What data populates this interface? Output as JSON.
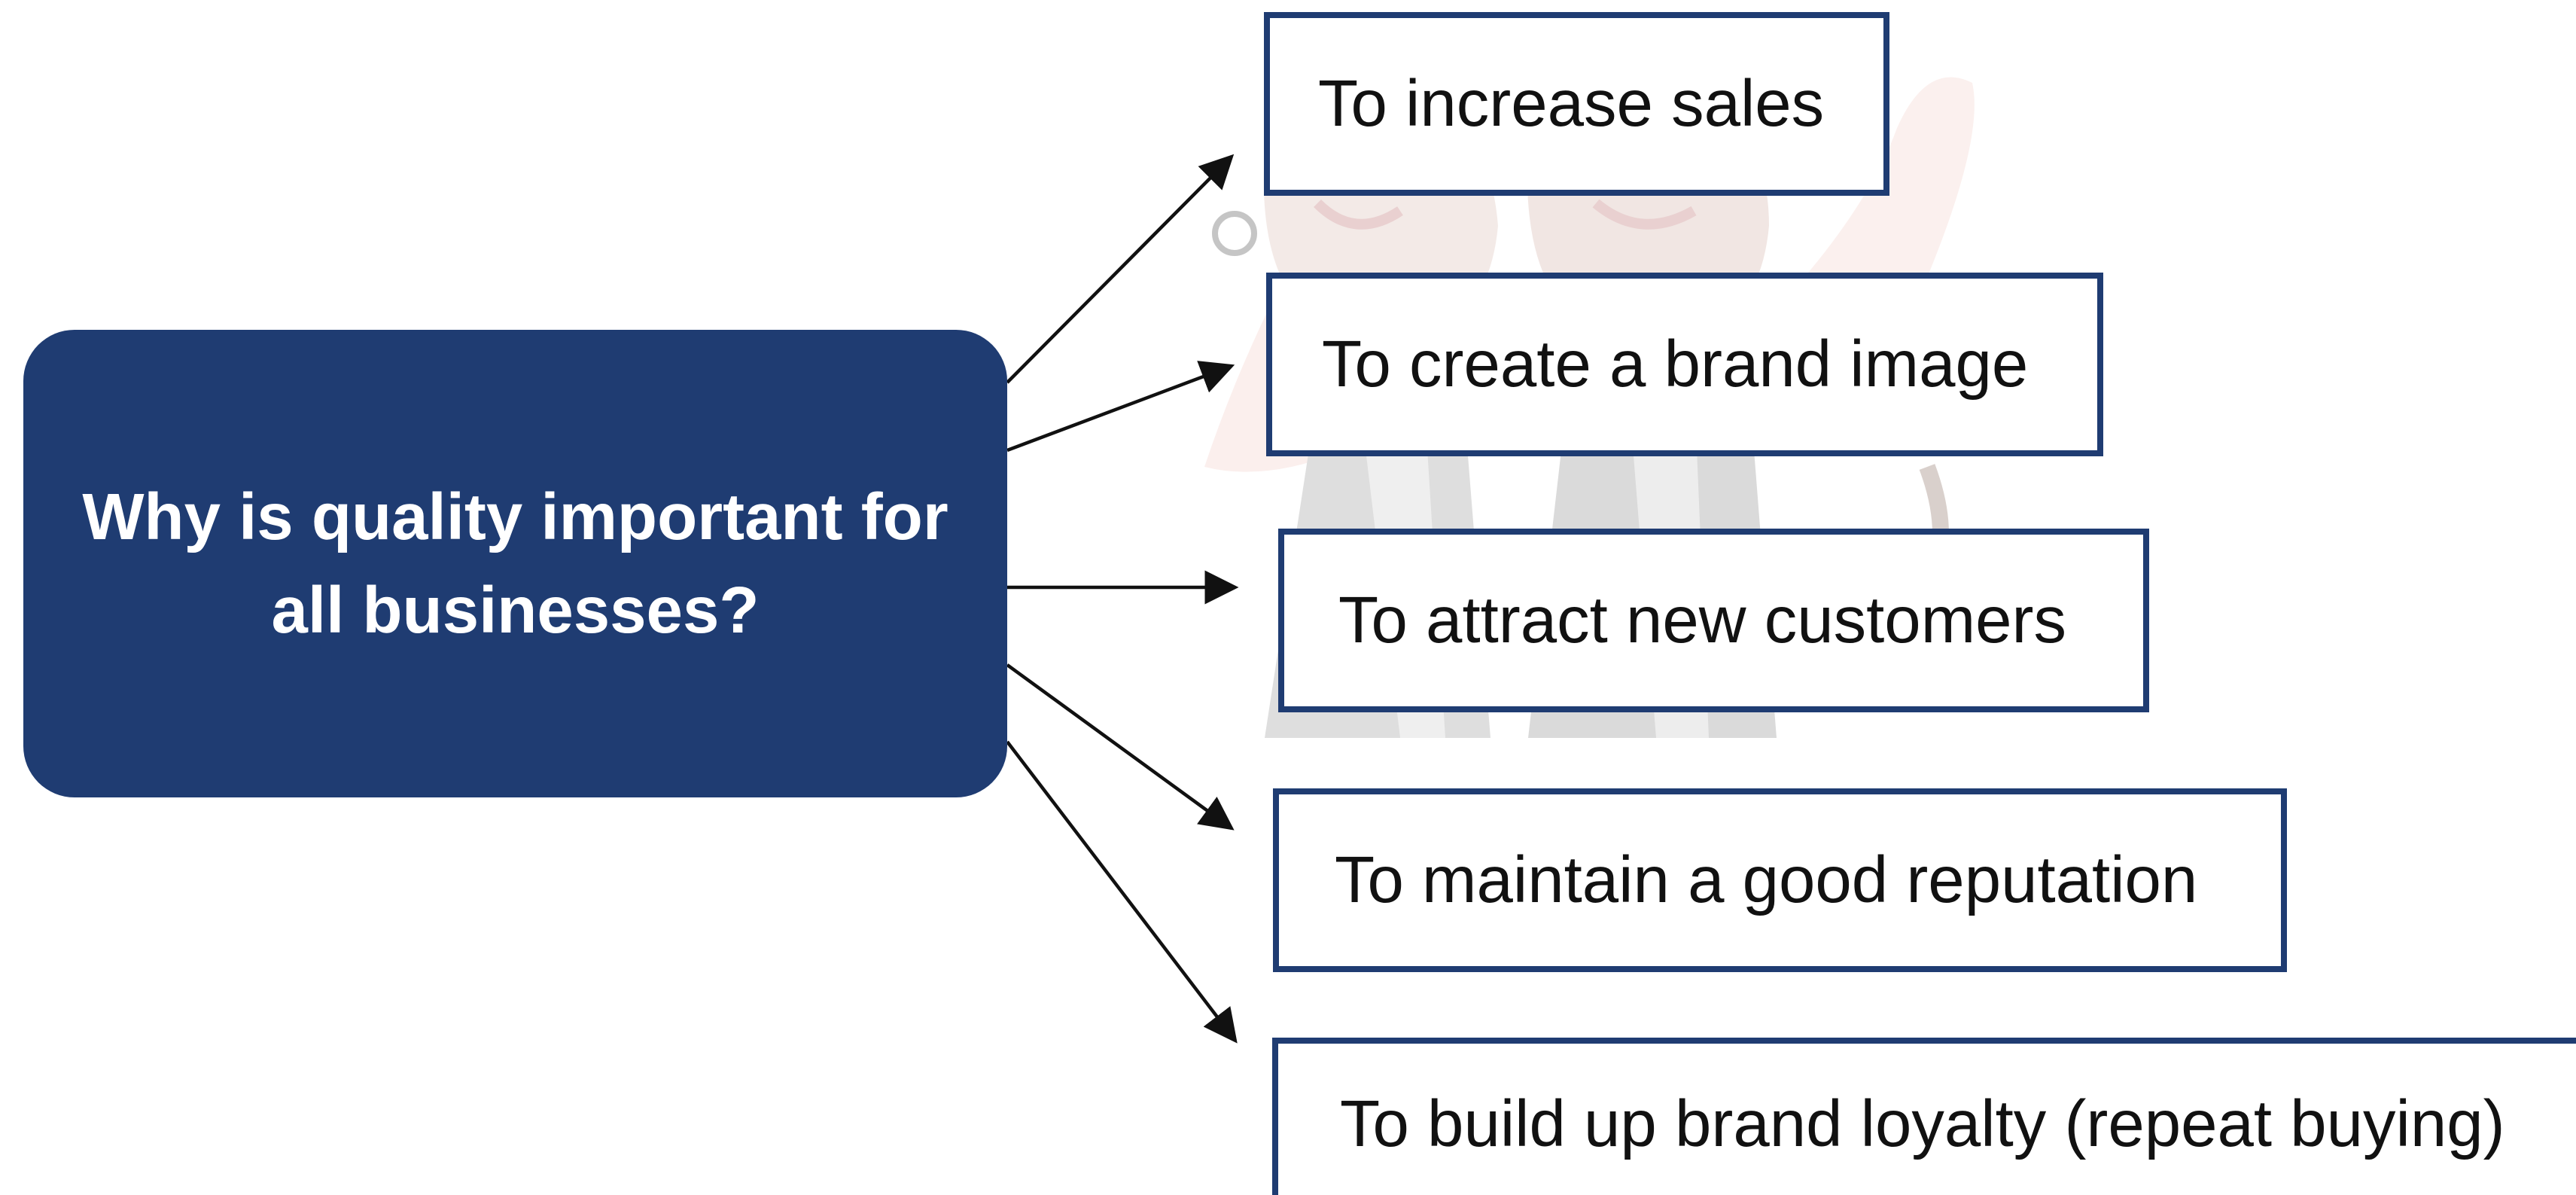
{
  "colors": {
    "primary": "#1f3c72",
    "box_border": "#1f3c72",
    "text_dark": "#111111",
    "arrow": "#111111"
  },
  "question": {
    "line1": "Why is quality important for",
    "line2": "all businesses?"
  },
  "reasons": [
    {
      "label": "To increase sales"
    },
    {
      "label": "To create a brand image"
    },
    {
      "label": "To attract new customers"
    },
    {
      "label": "To maintain a good reputation"
    },
    {
      "label": "To build up brand loyalty (repeat buying)"
    }
  ],
  "background_image": {
    "subject": "two-women-illustration"
  }
}
